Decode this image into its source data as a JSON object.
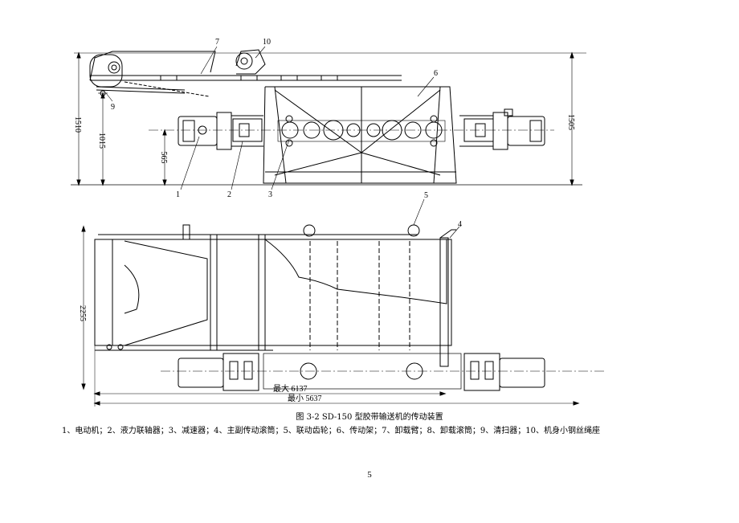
{
  "figure": {
    "caption": "图 3-2 SD-150 型胶带输送机的传动装置",
    "legend": "1、电动机；2、液力联轴器；3、减速器；4、主副传动滚筒；5、联动齿轮；6、传动架；7、卸载臂；8、卸载滚筒；9、清扫器；10、机身小钢丝绳座",
    "page_number": "5"
  },
  "dimensions": {
    "d1510": "1510",
    "d1015": "1015",
    "d565": "565",
    "d1505": "1505",
    "d2255": "2255",
    "max_len": "最大 6137",
    "min_len": "最小 5637"
  },
  "callouts": {
    "c1": "1",
    "c2": "2",
    "c3": "3",
    "c4": "4",
    "c5": "5",
    "c6": "6",
    "c7": "7",
    "c9": "9",
    "c10": "10"
  }
}
